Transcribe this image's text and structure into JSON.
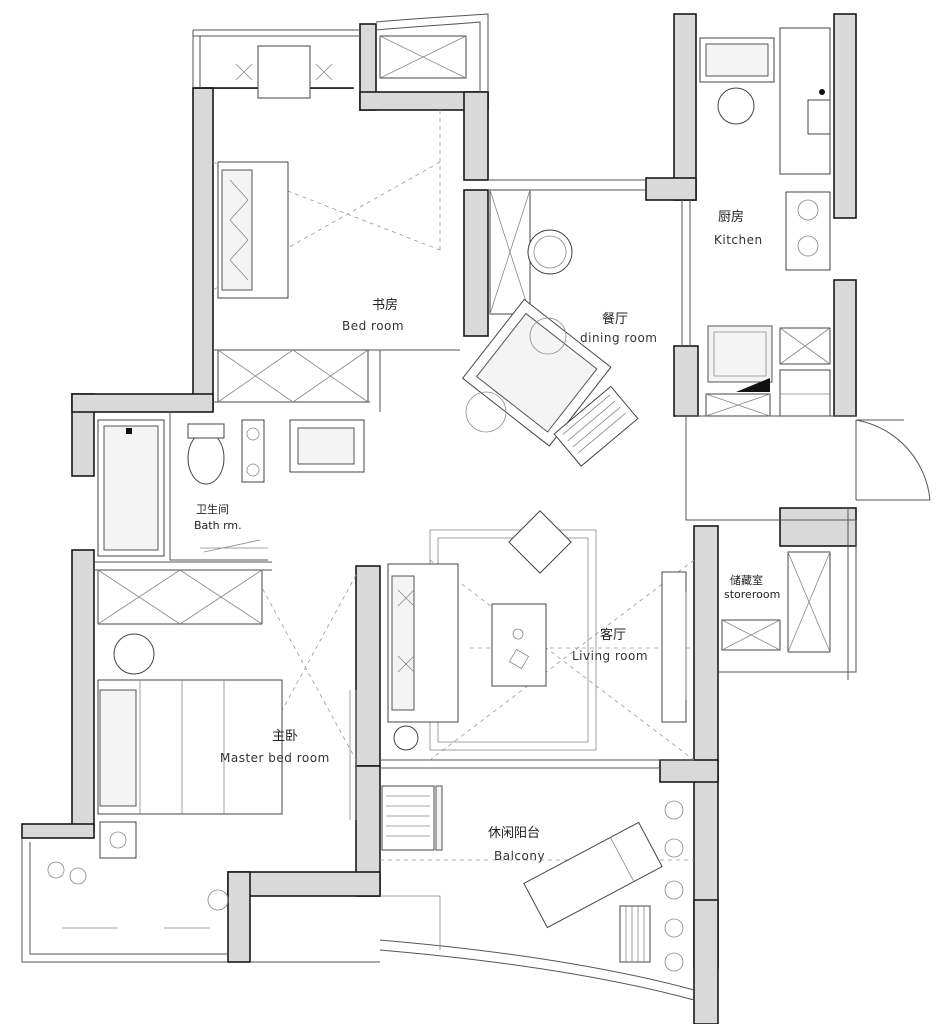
{
  "rooms": {
    "study": {
      "cn": "书房",
      "en": "Bed room"
    },
    "dining": {
      "cn": "餐厅",
      "en": "dining room"
    },
    "kitchen": {
      "cn": "厨房",
      "en": "Kitchen"
    },
    "bath": {
      "cn": "卫生间",
      "en": "Bath rm."
    },
    "storeroom": {
      "cn": "储藏室",
      "en": "storeroom"
    },
    "living": {
      "cn": "客厅",
      "en": "Living room"
    },
    "master": {
      "cn": "主卧",
      "en": "Master bed room"
    },
    "balcony": {
      "cn": "休闲阳台",
      "en": "Balcony"
    }
  }
}
